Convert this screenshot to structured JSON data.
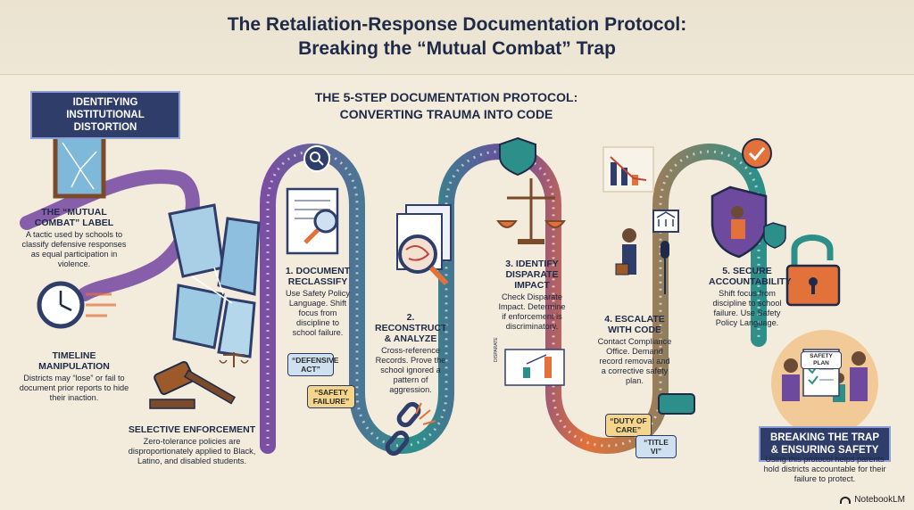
{
  "title_line1": "The Retaliation-Response Documentation Protocol:",
  "title_line2": "Breaking the “Mutual Combat” Trap",
  "left_panel": {
    "label": "IDENTIFYING INSTITUTIONAL DISTORTION",
    "items": [
      {
        "heading": "THE “MUTUAL COMBAT” LABEL",
        "desc": "A tactic used by schools to classify defensive responses as equal participation in violence."
      },
      {
        "heading": "TIMELINE MANIPULATION",
        "desc": "Districts may “lose” or fail to document prior reports to hide their inaction."
      },
      {
        "heading": "SELECTIVE ENFORCEMENT",
        "desc": "Zero-tolerance policies are disproportionately applied to Black, Latino, and disabled students."
      }
    ]
  },
  "protocol": {
    "heading": "THE 5-STEP DOCUMENTATION PROTOCOL: CONVERTING TRAUMA INTO CODE",
    "steps": [
      {
        "heading": "1. DOCUMENT RECLASSIFY",
        "desc": "Use Safety Policy Language. Shift focus from discipline to school failure."
      },
      {
        "heading": "2. RECONSTRUCT & ANALYZE",
        "desc": "Cross-reference Records. Prove the school ignored a pattern of aggression."
      },
      {
        "heading": "3. IDENTIFY DISPARATE IMPACT",
        "desc": "Check Disparate Impact. Determine if enforcement is discriminatory."
      },
      {
        "heading": "4. ESCALATE WITH CODE",
        "desc": "Contact Compliance Office. Demand record removal and a corrective safety plan."
      },
      {
        "heading": "5. SECURE ACCOUNTABILITY",
        "desc": "Shift focus from discipline to school failure. Use Safety Policy Language."
      }
    ],
    "tags": {
      "defensive_act": "“DEFENSIVE ACT”",
      "safety_failure": "“SAFETY FAILURE”",
      "duty_of_care": "“DUTY OF CARE”",
      "title_vi": "“TITLE VI”",
      "safety_plan": "SAFETY PLAN",
      "chart_label": "DISPARATE"
    }
  },
  "bottom_right": {
    "label": "BREAKING THE TRAP & ENSURING SAFETY",
    "desc": "Using this protocol helps parents hold districts accountable for their failure to protect."
  },
  "brand": "NotebookLM",
  "colors": {
    "navy": "#2f3d6b",
    "purple": "#6e4a9e",
    "teal": "#2d8f8a",
    "orange": "#e2713a",
    "cream": "#f3ecdc"
  }
}
